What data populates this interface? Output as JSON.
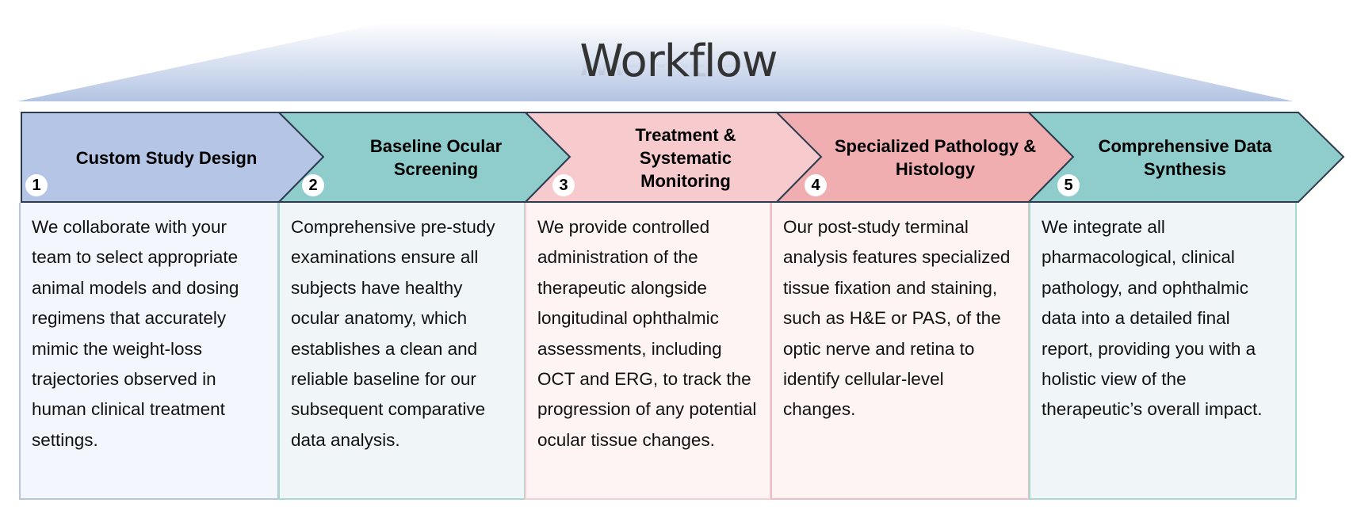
{
  "title": "Workflow",
  "colors": {
    "banner_top": "#ffffff",
    "banner_bottom": "#b3c4e3",
    "outline": "#2e3b4e",
    "badge_bg": "#ffffff"
  },
  "steps": [
    {
      "number": "1",
      "title": "Custom Study Design",
      "description": "We collaborate with your team to select appropriate animal models and dosing regimens that accurately mimic the weight-loss trajectories observed in human clinical treatment settings.",
      "header_color": "#b4c5e6",
      "card_bg": "#f3f6fc",
      "card_border": "#b9c6d6"
    },
    {
      "number": "2",
      "title": "Baseline Ocular Screening",
      "description": "Comprehensive pre-study examinations ensure all subjects have healthy ocular anatomy, which establishes a clean and reliable baseline for our subsequent comparative data analysis.",
      "header_color": "#8ecdcb",
      "card_bg": "#f0f5f8",
      "card_border": "#a9d8d3"
    },
    {
      "number": "3",
      "title": "Treatment & Systematic Monitoring",
      "description": "We provide controlled administration of the therapeutic alongside longitudinal ophthalmic assessments, including OCT and ERG, to track the progression of any potential ocular tissue changes.",
      "header_color": "#f7cace",
      "card_bg": "#fef4f4",
      "card_border": "#f3cfd2"
    },
    {
      "number": "4",
      "title": "Specialized Pathology & Histology",
      "description": "Our post-study terminal analysis features specialized tissue fixation and staining, such as H&E or PAS, of the optic nerve and retina to identify cellular-level changes.",
      "header_color": "#f0aeb1",
      "card_bg": "#fef4f4",
      "card_border": "#efbec2"
    },
    {
      "number": "5",
      "title": "Comprehensive Data Synthesis",
      "description": "We integrate all pharmacological, clinical pathology, and ophthalmic data into a detailed final report, providing you with a holistic view of the therapeutic’s overall impact.",
      "header_color": "#8ecdcb",
      "card_bg": "#f0f5f8",
      "card_border": "#a9d8d3"
    }
  ]
}
